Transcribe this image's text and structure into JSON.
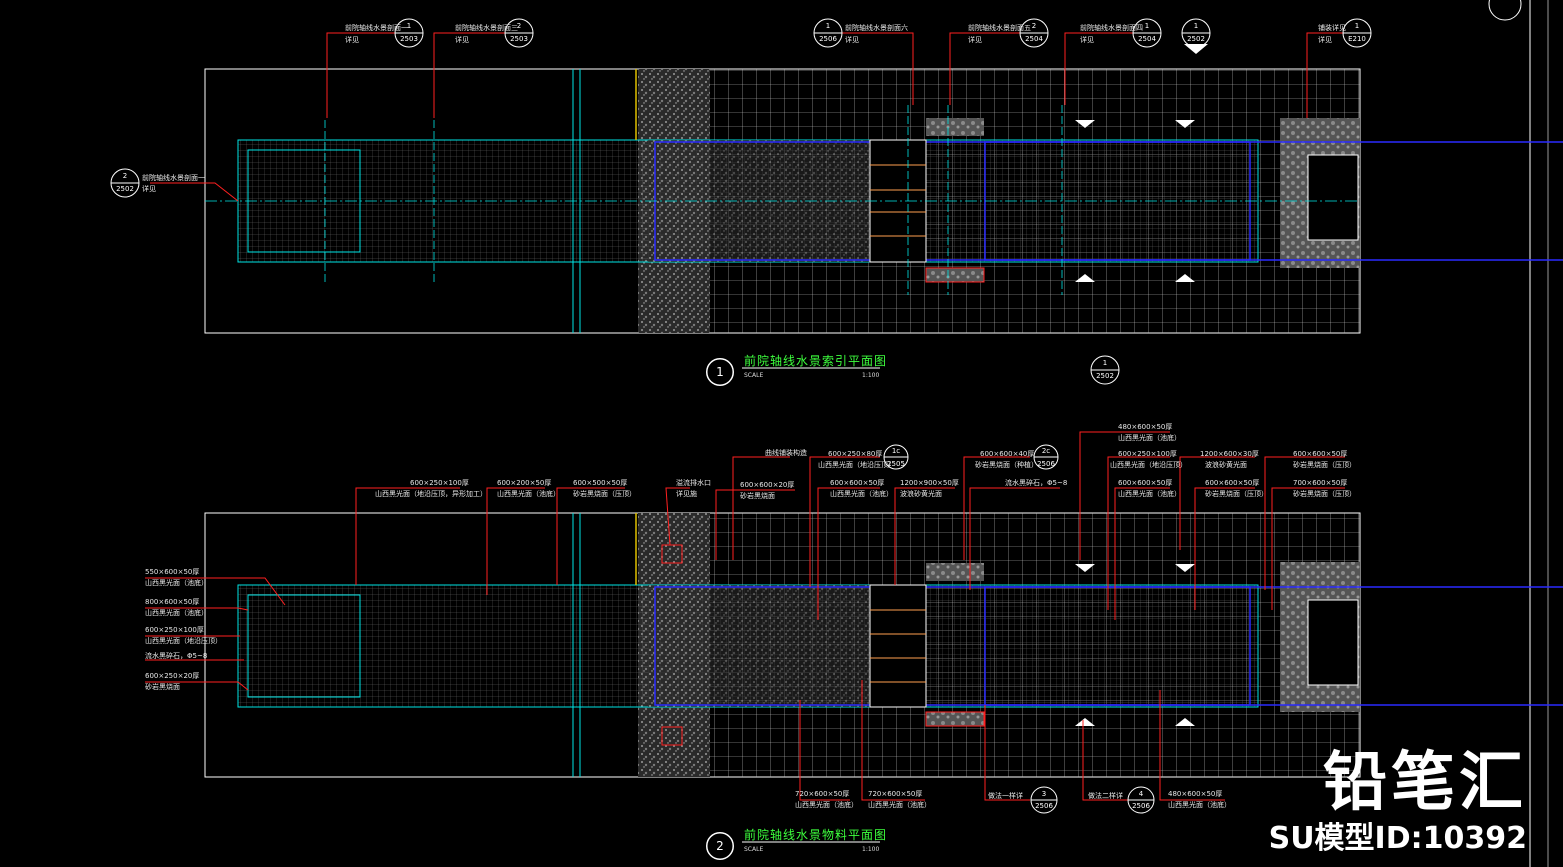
{
  "plan1": {
    "title": "前院轴线水景索引平面图",
    "number": "1",
    "scale_left": "SCALE",
    "scale_right": "1:100",
    "callouts": [
      {
        "text": "前院轴线水景剖面一",
        "sub": "详见",
        "num": "1",
        "sheet": "2503"
      },
      {
        "text": "前院轴线水景剖面三",
        "sub": "详见",
        "num": "2",
        "sheet": "2503"
      },
      {
        "text": "前院轴线水景剖面六",
        "sub": "详见",
        "num": "1",
        "sheet": "2506"
      },
      {
        "text": "前院轴线水景剖面五",
        "sub": "详见",
        "num": "2",
        "sheet": "2504"
      },
      {
        "text": "前院轴线水景剖面四",
        "sub": "详见",
        "num": "1",
        "sheet": "2504"
      },
      {
        "text": "",
        "sub": "",
        "num": "1",
        "sheet": "2502"
      },
      {
        "text": "铺装详见",
        "sub": "详见",
        "num": "1",
        "sheet": "E210"
      }
    ],
    "left_callout": {
      "text": "前院轴线水景剖面一",
      "sub": "详见",
      "num": "2",
      "sheet": "2502"
    },
    "bottom_section": {
      "num": "1",
      "sheet": "2502"
    }
  },
  "plan2": {
    "title": "前院轴线水景物料平面图",
    "number": "2",
    "scale_left": "SCALE",
    "scale_right": "1:100",
    "top_labels": [
      {
        "size": "600×250×100厚",
        "mat": "山西黑光面（地沿压顶，异形加工）"
      },
      {
        "size": "600×200×50厚",
        "mat": "山西黑光面（池底）"
      },
      {
        "size": "600×500×50厚",
        "mat": "砂岩黑烧面（压顶）"
      },
      {
        "size": "溢流排水口",
        "mat": "详见施"
      },
      {
        "size": "600×600×20厚",
        "mat": "砂岩黑烧面"
      },
      {
        "size": "600×250×80厚",
        "mat": "山西黑光面（地沿压顶）"
      },
      {
        "size": "600×600×50厚",
        "mat": "山西黑光面（池底）"
      },
      {
        "size": "1200×900×50厚",
        "mat": "波浪砂黄光面"
      },
      {
        "size": "600×600×40厚",
        "mat": "砂岩黑烧面（种植）"
      },
      {
        "size": "流水黑碎石，Φ5~8",
        "mat": ""
      },
      {
        "size": "480×600×50厚",
        "mat": "山西黑光面（池底）"
      },
      {
        "size": "600×250×100厚",
        "mat": "山西黑光面（地沿压顶）"
      },
      {
        "size": "600×600×50厚",
        "mat": "山西黑光面（池底）"
      },
      {
        "size": "1200×600×30厚",
        "mat": "波浪砂黄光面"
      },
      {
        "size": "600×600×50厚",
        "mat": "砂岩黑烧面（压顶）"
      },
      {
        "size": "600×600×50厚",
        "mat": "砂岩黑烧面（压顶）"
      },
      {
        "size": "700×600×50厚",
        "mat": "砂岩黑烧面（压顶）"
      },
      {
        "size": "曲线铺装构造",
        "mat": ""
      }
    ],
    "left_labels": [
      {
        "size": "550×600×50厚",
        "mat": "山西黑光面（池底）"
      },
      {
        "size": "800×600×50厚",
        "mat": "山西黑光面（池底）"
      },
      {
        "size": "600×250×100厚",
        "mat": "山西黑光面（地沿压顶）"
      },
      {
        "size": "流水黑碎石，Φ5~8",
        "mat": ""
      },
      {
        "size": "600×250×20厚",
        "mat": "砂岩黑烧面"
      }
    ],
    "bottom_labels": [
      {
        "size": "720×600×50厚",
        "mat": "山西黑光面（池底）"
      },
      {
        "size": "720×600×50厚",
        "mat": "山西黑光面（池底）"
      },
      {
        "size": "做法一样详",
        "mat": "",
        "num": "3",
        "sheet": "2506"
      },
      {
        "size": "做法二样详",
        "mat": "",
        "num": "4",
        "sheet": "2506"
      },
      {
        "size": "480×600×50厚",
        "mat": "山西黑光面（池底）"
      }
    ],
    "detail_callout_a": {
      "num": "1c",
      "sheet": "2505"
    },
    "detail_callout_b": {
      "num": "2c",
      "sheet": "2506"
    }
  },
  "watermark": {
    "brand": "铅笔汇",
    "model_id": "SU模型ID:10392"
  },
  "colors": {
    "background": "#000000",
    "outline": "#ffffff",
    "cyan": "#00e5e5",
    "blue": "#2a2aff",
    "red": "#ff2020",
    "yellow": "#e0c000",
    "title_green": "#3dff3d"
  }
}
